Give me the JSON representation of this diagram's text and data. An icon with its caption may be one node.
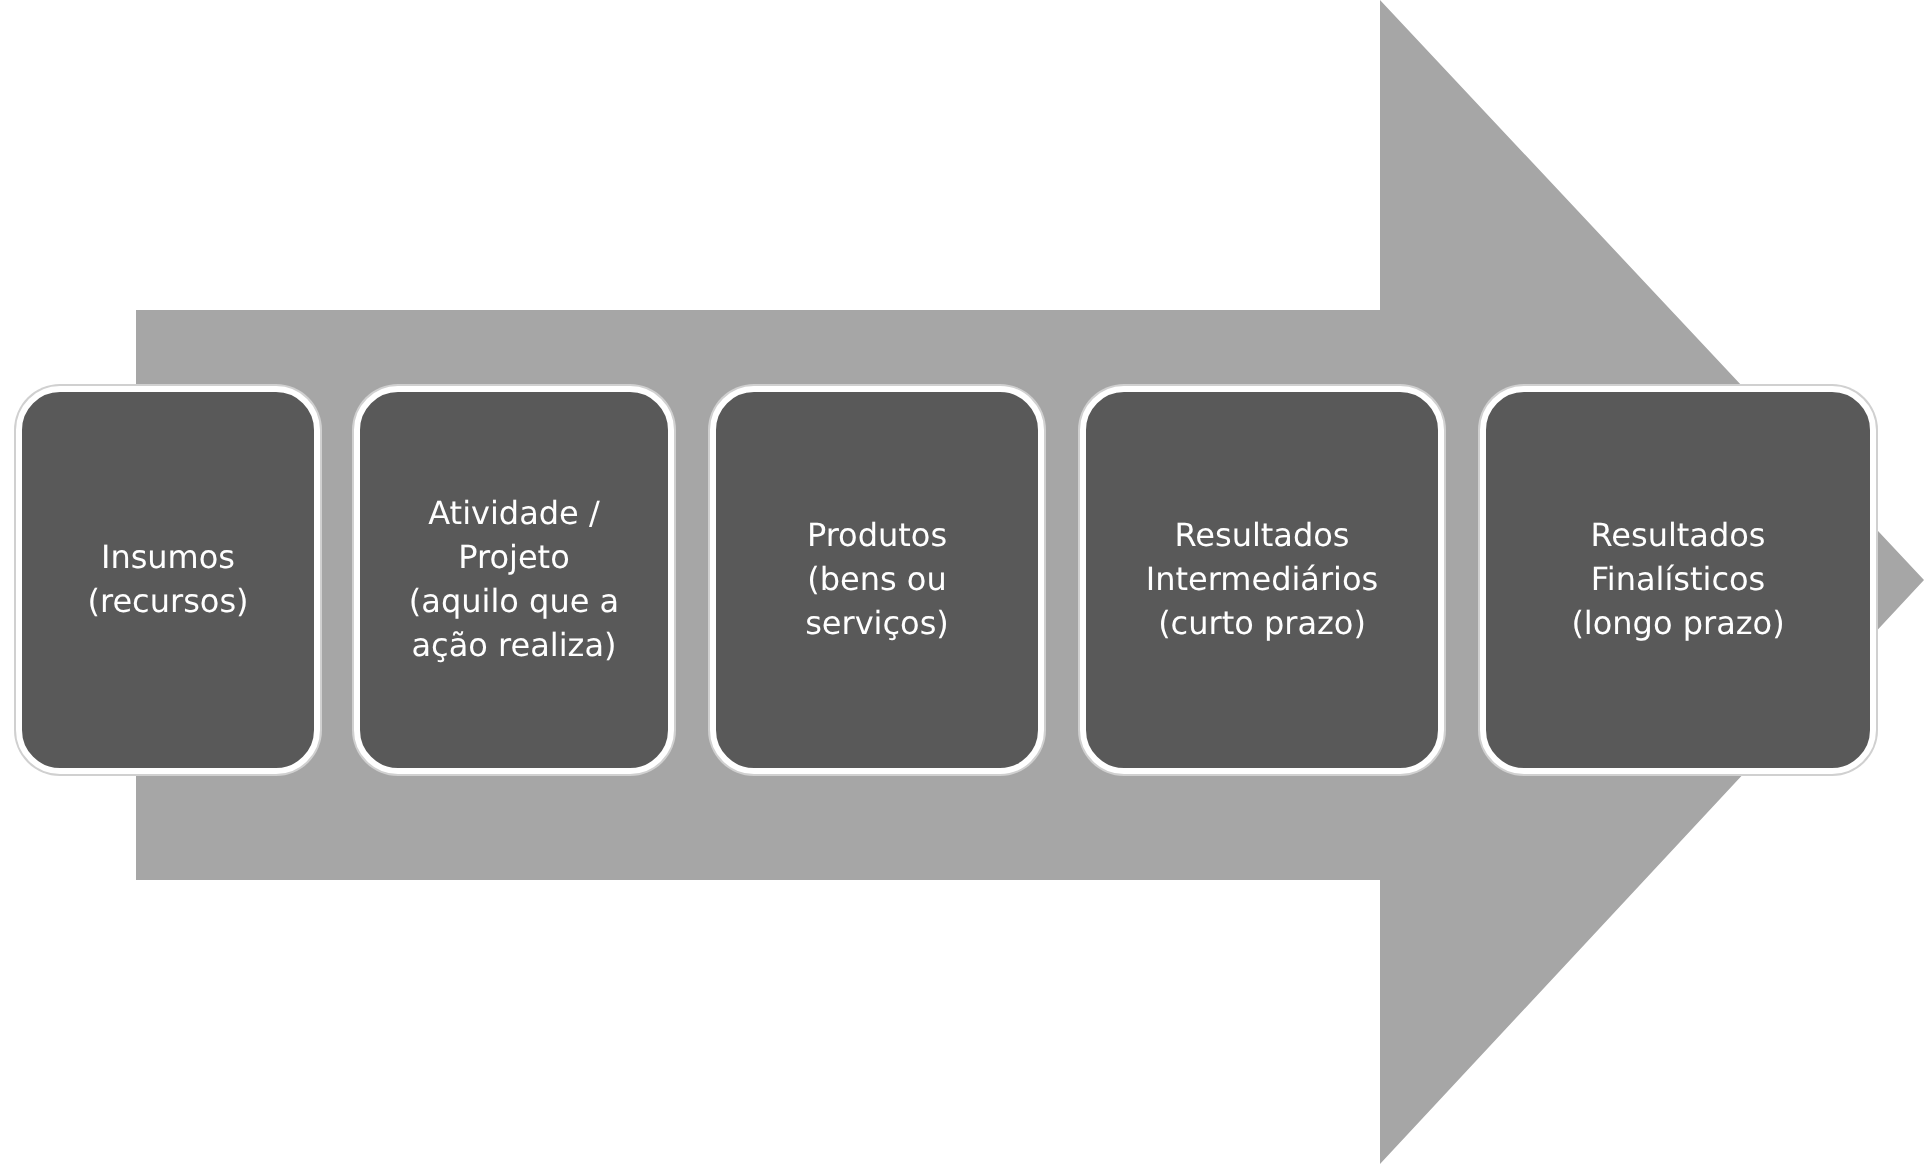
{
  "diagram": {
    "nodes": [
      {
        "text": [
          "Insumos (recursos)"
        ]
      },
      {
        "text": [
          "Atividade / Projeto (aquilo que a ação realiza)"
        ]
      },
      {
        "text": [
          "Produtos (bens ou serviços)"
        ]
      },
      {
        "text": [
          "Resultados Intermediários (curto prazo)"
        ]
      },
      {
        "text": [
          "Resultados Finalísticos (longo prazo)"
        ]
      }
    ],
    "edges": [
      {
        "from": 0,
        "to": 4,
        "arrow": "to"
      }
    ]
  }
}
